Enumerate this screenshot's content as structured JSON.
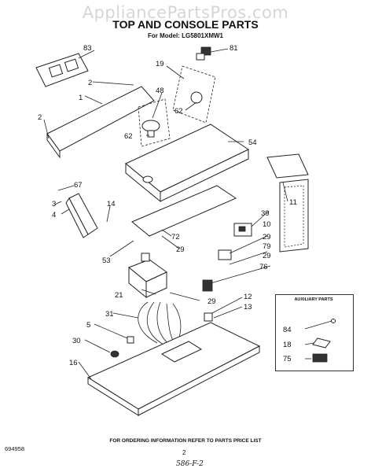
{
  "watermark": "AppliancePartsPros.com",
  "title": "TOP AND CONSOLE PARTS",
  "model": "For Model: LG5801XMW1",
  "aux_title": "AUXILIARY PARTS",
  "order_note": "FOR ORDERING INFORMATION REFER TO PARTS PRICE LIST",
  "doc_number": "694958",
  "page_number": "2",
  "handwritten": "586-F-2",
  "callouts": [
    "83",
    "2",
    "1",
    "2",
    "19",
    "48",
    "81",
    "62",
    "62",
    "54",
    "67",
    "3",
    "4",
    "14",
    "11",
    "39",
    "10",
    "29",
    "79",
    "29",
    "72",
    "29",
    "53",
    "76",
    "21",
    "29",
    "12",
    "13",
    "31",
    "5",
    "30",
    "16",
    "84",
    "18",
    "75"
  ]
}
